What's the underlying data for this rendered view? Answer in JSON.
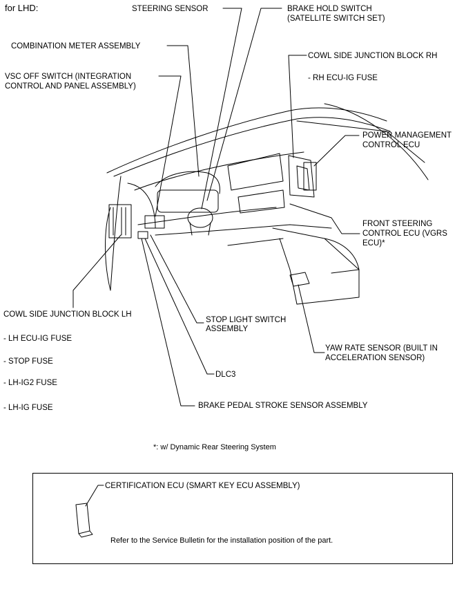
{
  "header": {
    "title": "for LHD:"
  },
  "labels": {
    "steering_sensor": "STEERING SENSOR",
    "brake_hold_switch_1": "BRAKE HOLD SWITCH",
    "brake_hold_switch_2": "(SATELLITE SWITCH SET)",
    "combination_meter": "COMBINATION METER ASSEMBLY",
    "vsc_off_1": "VSC OFF SWITCH (INTEGRATION",
    "vsc_off_2": "CONTROL AND PANEL ASSEMBLY)",
    "cowl_rh": "COWL SIDE JUNCTION BLOCK RH",
    "rh_ecu_ig_fuse": "- RH ECU-IG FUSE",
    "power_mgmt_1": "POWER MANAGEMENT",
    "power_mgmt_2": "CONTROL ECU",
    "front_steering_1": "FRONT STEERING",
    "front_steering_2": "CONTROL ECU (VGRS",
    "front_steering_3": "ECU)*",
    "cowl_lh": "COWL SIDE JUNCTION BLOCK LH",
    "lh_ecu_ig_fuse": "- LH ECU-IG FUSE",
    "stop_fuse": "- STOP FUSE",
    "lh_ig2_fuse": "- LH-IG2 FUSE",
    "lh_ig_fuse": "- LH-IG FUSE",
    "stop_light_1": "STOP LIGHT SWITCH",
    "stop_light_2": "ASSEMBLY",
    "yaw_rate_1": "YAW RATE SENSOR (BUILT IN",
    "yaw_rate_2": "ACCELERATION SENSOR)",
    "dlc3": "DLC3",
    "brake_pedal": "BRAKE PEDAL STROKE SENSOR ASSEMBLY"
  },
  "footnote": "*: w/ Dynamic Rear Steering System",
  "note_box": {
    "certification_ecu": "CERTIFICATION ECU (SMART KEY ECU ASSEMBLY)",
    "refer_text": "Refer to the Service Bulletin for the installation position of the part."
  }
}
